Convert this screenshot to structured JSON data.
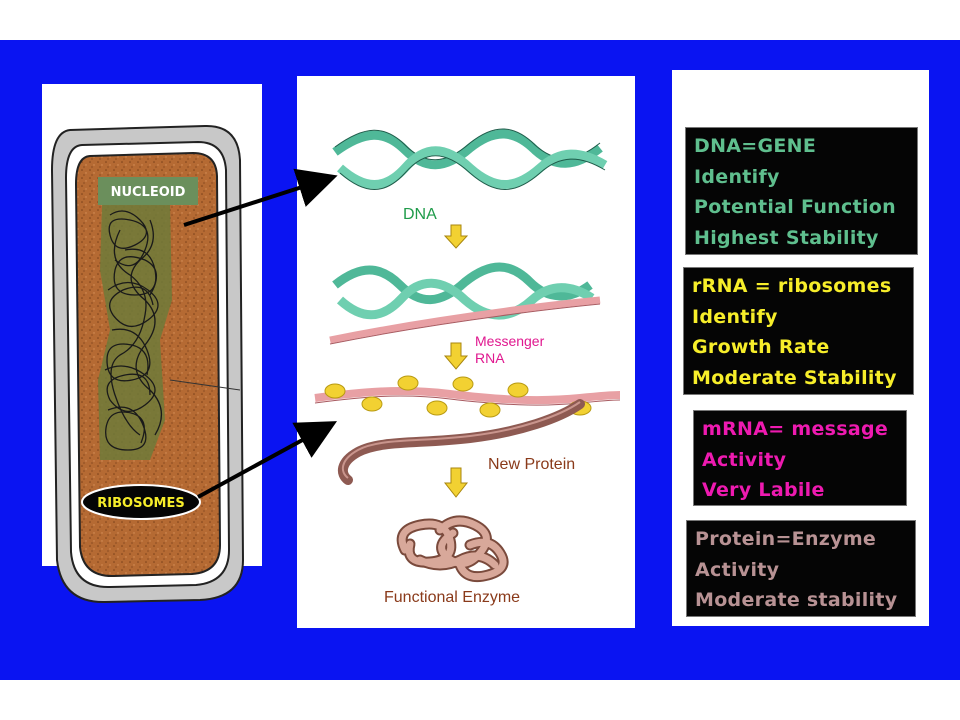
{
  "cell": {
    "nucleoid_label": "NUCLEOID",
    "ribosomes_label": "RIBOSOMES"
  },
  "flow": {
    "dna_label": "DNA",
    "messenger_label_line1": "Messenger",
    "messenger_label_line2": "RNA",
    "new_protein_label": "New Protein",
    "functional_enzyme_label": "Functional Enzyme"
  },
  "info_boxes": {
    "dna": {
      "color": "#5fbf8e",
      "lines": [
        "DNA=GENE",
        "Identify",
        "Potential Function",
        "Highest Stability"
      ]
    },
    "rrna": {
      "color": "#f7ee2a",
      "lines": [
        "rRNA = ribosomes",
        "Identify",
        "Growth Rate",
        "Moderate Stability"
      ]
    },
    "mrna": {
      "color": "#ee1ab0",
      "lines": [
        "mRNA= message",
        "Activity",
        "Very Labile"
      ]
    },
    "protein": {
      "color": "#b89294",
      "lines": [
        "Protein=Enzyme",
        "Activity",
        "Moderate stability"
      ]
    }
  },
  "colors": {
    "background": "#0a14f2",
    "cytoplasm": "#b56a33",
    "dna_helix": "#4fb898",
    "mrna_strand": "#e8a0a4",
    "ribosome": "#f2d132",
    "protein": "#8e5a52",
    "down_arrow": "#f2d132"
  }
}
